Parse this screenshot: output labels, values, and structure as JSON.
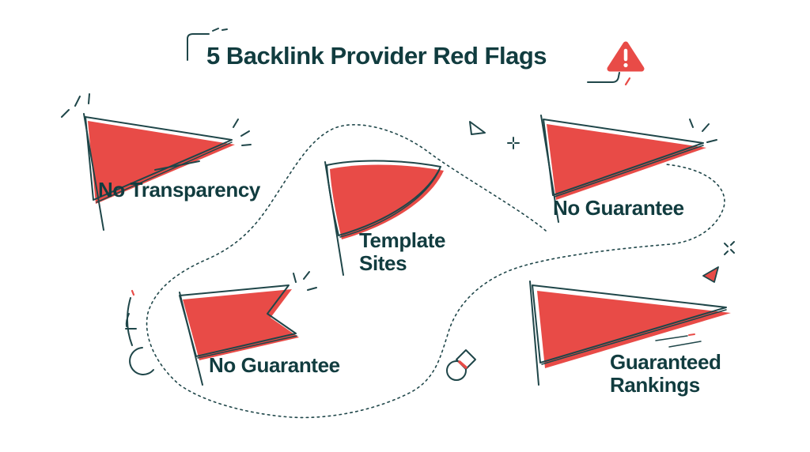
{
  "header": {
    "title": "5 Backlink Provider Red Flags",
    "warning_icon": "warning-triangle-icon"
  },
  "flags": [
    {
      "label": "No Transparency",
      "position": "top-left",
      "shape": "pennant"
    },
    {
      "label": "Template Sites",
      "position": "top-center",
      "shape": "curved-pennant"
    },
    {
      "label": "No Guarantee",
      "position": "top-right",
      "shape": "pennant"
    },
    {
      "label": "No Guarantee",
      "position": "middle-left",
      "shape": "swallowtail"
    },
    {
      "label": "Guaranteed Rankings",
      "position": "bottom-right",
      "shape": "pennant"
    }
  ],
  "colors": {
    "flag_red": "#e84b47",
    "outline_teal": "#1f4649",
    "text_teal": "#113c3f",
    "background": "#ffffff"
  }
}
